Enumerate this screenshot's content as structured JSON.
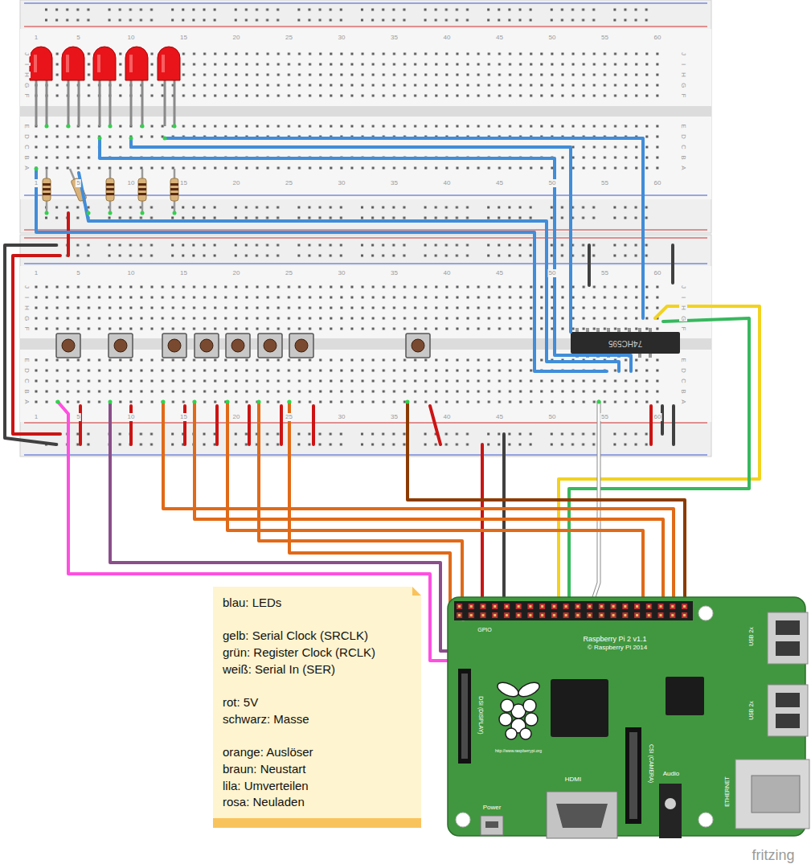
{
  "diagram": {
    "nodes": [
      {
        "text": [
          "blau: LEDs",
          "gelb: Serial Clock (SRCLK)",
          "grün: Register Clock (RCLK)",
          "weiß: Serial In (SER)",
          "rot: 5V",
          "schwarz: Masse",
          "orange: Auslöser",
          "braun: Neustart",
          "lila: Umverteilen",
          "rosa: Neuladen"
        ]
      }
    ],
    "labels": [
      "1",
      "5",
      "10",
      "15",
      "20",
      "25",
      "30",
      "35",
      "40",
      "45",
      "50",
      "55",
      "60",
      "1",
      "5",
      "10",
      "15",
      "20",
      "25",
      "30",
      "35",
      "40",
      "45",
      "50",
      "55",
      "60",
      "1",
      "5",
      "10",
      "15",
      "20",
      "25",
      "30",
      "35",
      "40",
      "45",
      "50",
      "55",
      "60",
      "1",
      "5",
      "10",
      "15",
      "20",
      "25",
      "30",
      "35",
      "40",
      "45",
      "50",
      "55",
      "60",
      "J",
      "I",
      "H",
      "G",
      "F",
      "E",
      "D",
      "C",
      "B",
      "A",
      "J",
      "I",
      "H",
      "G",
      "F",
      "E",
      "D",
      "C",
      "B",
      "A",
      "J",
      "I",
      "H",
      "G",
      "F",
      "E",
      "D",
      "C",
      "B",
      "A",
      "J",
      "I",
      "H",
      "G",
      "F",
      "E",
      "D",
      "C",
      "B",
      "A",
      "74HC595",
      "GPIO",
      "Raspberry Pi 2 v1.1",
      "© Raspberry Pi 2014",
      "http://www.raspberrypi.org",
      "DSI (DISPLAY)",
      "CSI (CAMERA)",
      "HDMI",
      "Audio",
      "Power",
      "USB 2x",
      "USB 2x",
      "ETHERNET",
      "fritzing"
    ]
  }
}
